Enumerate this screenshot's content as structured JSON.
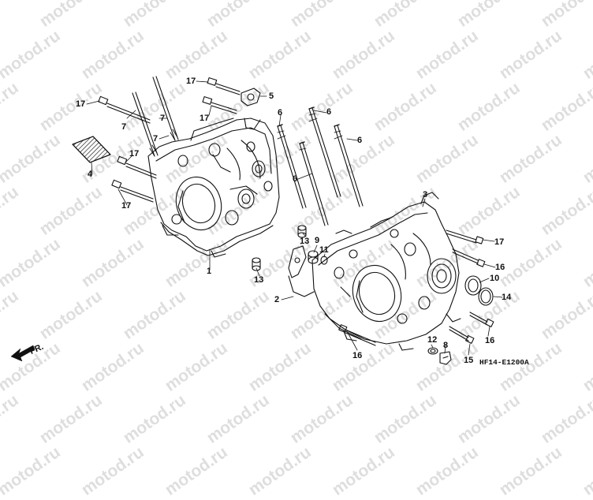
{
  "watermark": "motod.ru",
  "diagram_code": "HF14-E1200A",
  "front_arrow_label": "FR.",
  "callouts": [
    {
      "id": "left-case",
      "label": "1"
    },
    {
      "id": "right-case",
      "label": "2"
    },
    {
      "id": "right-case-ref",
      "label": "3"
    },
    {
      "id": "oil-screen",
      "label": "4"
    },
    {
      "id": "clamp",
      "label": "5"
    },
    {
      "id": "stud-a",
      "label": "6"
    },
    {
      "id": "stud-b",
      "label": "6"
    },
    {
      "id": "stud-c",
      "label": "6"
    },
    {
      "id": "stud-d",
      "label": "6"
    },
    {
      "id": "stud-left-a",
      "label": "7"
    },
    {
      "id": "stud-left-b",
      "label": "7"
    },
    {
      "id": "stud-left-c",
      "label": "7"
    },
    {
      "id": "drain-bolt",
      "label": "8"
    },
    {
      "id": "dowel-pin",
      "label": "9"
    },
    {
      "id": "seal",
      "label": "10"
    },
    {
      "id": "o-ring",
      "label": "11"
    },
    {
      "id": "washer",
      "label": "12"
    },
    {
      "id": "dowel",
      "label": "13"
    },
    {
      "id": "dowel-2",
      "label": "13"
    },
    {
      "id": "circlip",
      "label": "14"
    },
    {
      "id": "bolt-15",
      "label": "15"
    },
    {
      "id": "bolt-16-a",
      "label": "16"
    },
    {
      "id": "bolt-16-b",
      "label": "16"
    },
    {
      "id": "bolt-16-c",
      "label": "16"
    },
    {
      "id": "bolt-17-a",
      "label": "17"
    },
    {
      "id": "bolt-17-b",
      "label": "17"
    },
    {
      "id": "bolt-17-c",
      "label": "17"
    },
    {
      "id": "bolt-17-d",
      "label": "17"
    },
    {
      "id": "bolt-17-e",
      "label": "17"
    },
    {
      "id": "bolt-17-f",
      "label": "17"
    }
  ]
}
